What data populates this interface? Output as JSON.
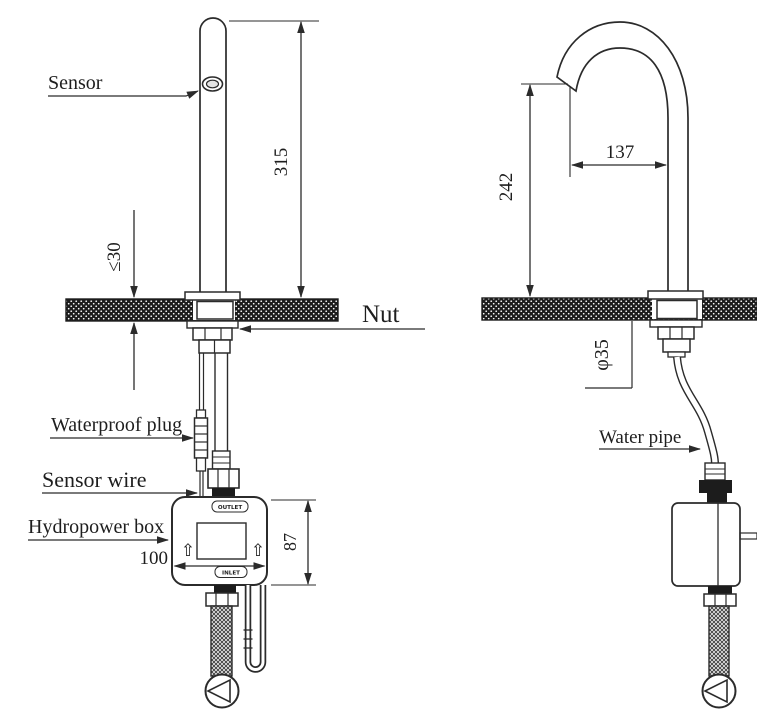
{
  "diagram_type": "faucet installation dimension drawing, two views",
  "colors": {
    "line": "#2b2b2b",
    "background": "#ffffff",
    "counter_fill": "#1c1c1c"
  },
  "left_view": {
    "labels": {
      "sensor": "Sensor",
      "nut": "Nut",
      "waterproof_plug": "Waterproof plug",
      "sensor_wire": "Sensor wire",
      "hydropower_box": "Hydropower box"
    },
    "box": {
      "outlet": "OUTLET",
      "inlet": "INLET",
      "up_arrow": "⇧"
    },
    "dimensions": {
      "faucet_height": "315",
      "deck_thickness": "≤30",
      "box_width": "100",
      "box_height": "87"
    }
  },
  "right_view": {
    "labels": {
      "water_pipe": "Water pipe"
    },
    "dimensions": {
      "spout_height": "242",
      "spout_reach": "137",
      "hole_diameter": "φ35"
    }
  }
}
